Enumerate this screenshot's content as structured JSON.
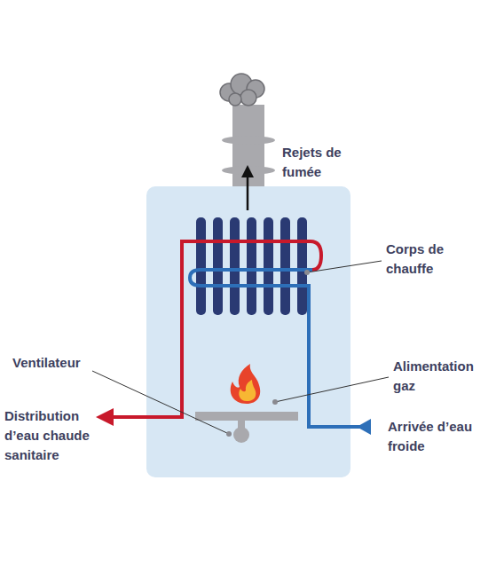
{
  "diagram": {
    "labels": [
      "Rejets de fumée",
      "Corps de chauffe",
      "Alimentation gaz",
      "Ventilateur",
      "Distribution d’eau chaude sanitaire",
      "Arrivée d’eau froide"
    ]
  }
}
